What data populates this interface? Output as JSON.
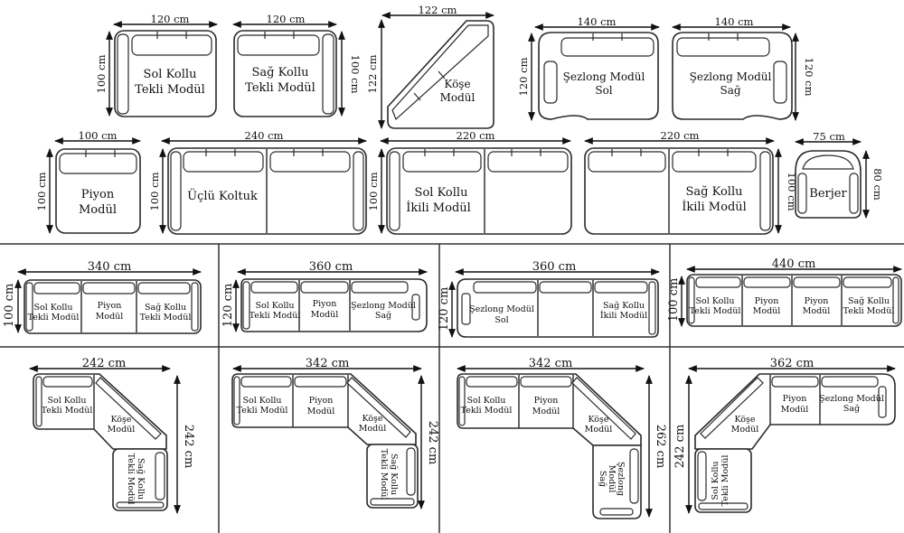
{
  "catalog": {
    "sol_kollu_tekli": {
      "name_l1": "Sol Kollu",
      "name_l2": "Tekli Modül",
      "width": "120 cm",
      "depth": "100 cm"
    },
    "sag_kollu_tekli": {
      "name_l1": "Sağ Kollu",
      "name_l2": "Tekli Modül",
      "width": "120 cm",
      "depth": "100 cm"
    },
    "kose": {
      "name_l1": "Köşe",
      "name_l2": "Modül",
      "width": "122 cm",
      "depth": "122 cm"
    },
    "sezlong_sol": {
      "name_l1": "Şezlong Modül",
      "name_l2": "Sol",
      "width": "140 cm",
      "depth": "120 cm"
    },
    "sezlong_sag": {
      "name_l1": "Şezlong Modül",
      "name_l2": "Sağ",
      "width": "140 cm",
      "depth": "120 cm"
    },
    "piyon": {
      "name_l1": "Piyon",
      "name_l2": "Modül",
      "width": "100 cm",
      "depth": "100 cm"
    },
    "uclu": {
      "name_l1": "Üçlü Koltuk",
      "width": "240 cm",
      "depth": "100 cm"
    },
    "sol_kollu_ikili": {
      "name_l1": "Sol Kollu",
      "name_l2": "İkili Modül",
      "width": "220 cm",
      "depth": "100 cm"
    },
    "sag_kollu_ikili": {
      "name_l1": "Sağ Kollu",
      "name_l2": "İkili Modül",
      "width": "220 cm",
      "depth": "100 cm"
    },
    "berjer": {
      "name_l1": "Berjer",
      "width": "75 cm",
      "depth": "80 cm"
    }
  },
  "combos": {
    "c1": {
      "width": "340 cm",
      "depth": "100 cm",
      "mods": [
        [
          "Sol Kollu",
          "Tekli Modül"
        ],
        [
          "Piyon",
          "Modül"
        ],
        [
          "Sağ Kollu",
          "Tekli Modül"
        ]
      ]
    },
    "c2": {
      "width": "360 cm",
      "depth": "120 cm",
      "mods": [
        [
          "Sol Kollu",
          "Tekli Modül"
        ],
        [
          "Piyon",
          "Modül"
        ],
        [
          "Şezlong Modül",
          "Sağ"
        ]
      ]
    },
    "c3": {
      "width": "360 cm",
      "depth": "120 cm",
      "mods": [
        [
          "Şezlong Modül",
          "Sol"
        ],
        [
          "Sağ Kollu",
          "İkili Modül"
        ]
      ]
    },
    "c4": {
      "width": "440 cm",
      "depth": "100 cm",
      "mods": [
        [
          "Sol Kollu",
          "Tekli Modül"
        ],
        [
          "Piyon",
          "Modül"
        ],
        [
          "Piyon",
          "Modül"
        ],
        [
          "Sağ Kollu",
          "Tekli Modül"
        ]
      ]
    }
  },
  "corners": {
    "k1": {
      "width": "242 cm",
      "depth": "242 cm",
      "mods": [
        [
          "Sol Kollu",
          "Tekli Modül"
        ],
        [
          "Köşe",
          "Modül"
        ],
        [
          "Sağ Kollu",
          "Tekli Modül"
        ]
      ]
    },
    "k2": {
      "width": "342 cm",
      "depth": "242 cm",
      "mods": [
        [
          "Sol Kollu",
          "Tekli Modül"
        ],
        [
          "Piyon",
          "Modül"
        ],
        [
          "Köşe",
          "Modül"
        ],
        [
          "Sağ Kollu",
          "Tekli Modül"
        ]
      ]
    },
    "k3": {
      "width": "342 cm",
      "depth": "262 cm",
      "mods": [
        [
          "Sol Kollu",
          "Tekli Modül"
        ],
        [
          "Piyon",
          "Modül"
        ],
        [
          "Köşe",
          "Modül"
        ],
        [
          "Şezlong",
          "Modül",
          "Sağ"
        ]
      ]
    },
    "k4": {
      "width": "362 cm",
      "depth": "242 cm",
      "mods": [
        [
          "Köşe",
          "Modül"
        ],
        [
          "Piyon",
          "Modül"
        ],
        [
          "Şezlong Modül",
          "Sağ"
        ],
        [
          "Sol Kollu",
          "Tekli Modül"
        ]
      ]
    }
  }
}
